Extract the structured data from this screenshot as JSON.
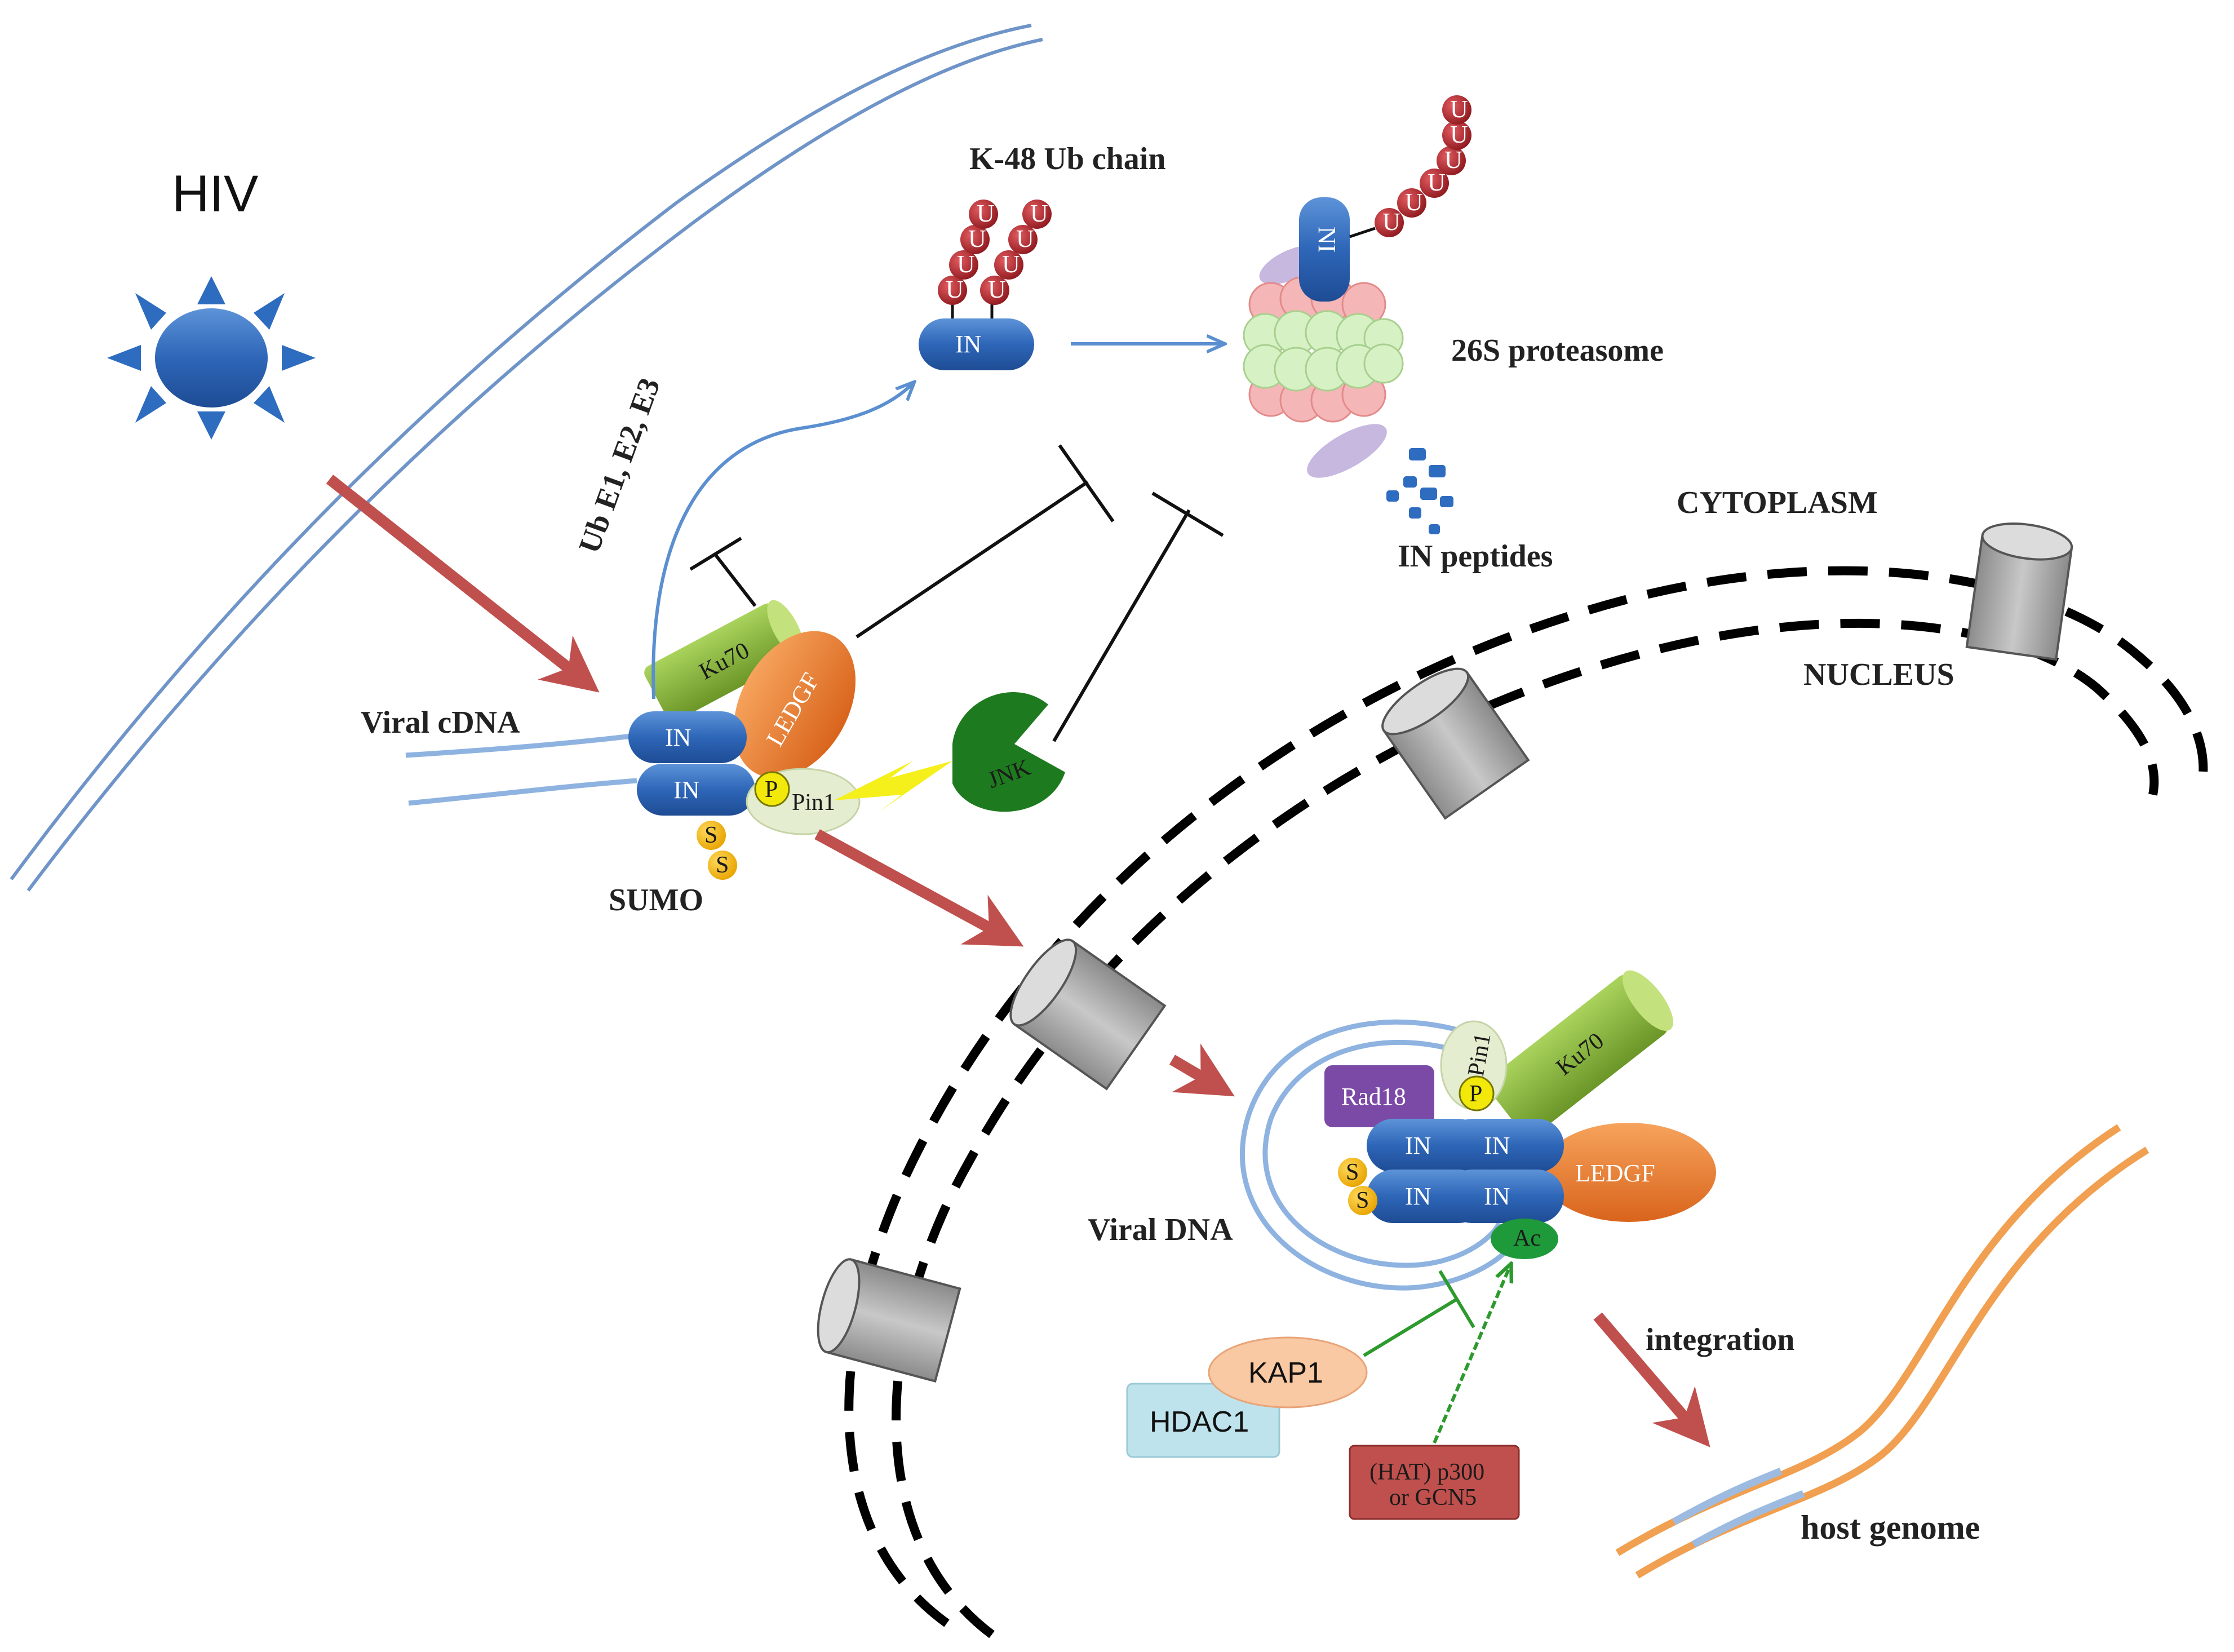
{
  "labels": {
    "hiv": "HIV",
    "k48_chain": "K-48 Ub chain",
    "proteasome": "26S proteasome",
    "in_peptides": "IN peptides",
    "cytoplasm": "CYTOPLASM",
    "nucleus": "NUCLEUS",
    "ub_enzymes": "Ub E1, E2, E3",
    "viral_cdna": "Viral cDNA",
    "viral_dna": "Viral DNA",
    "sumo": "SUMO",
    "integration": "integration",
    "host_genome": "host genome"
  },
  "proteins": {
    "in": "IN",
    "in_rotated": "NI",
    "ku70": "Ku70",
    "ledgf": "LEDGF",
    "pin1": "Pin1",
    "phospho": "P",
    "sumo_s": "S",
    "ub": "U",
    "jnk": "JNK",
    "rad18": "Rad18",
    "ac": "Ac",
    "kap1": "KAP1",
    "hdac1": "HDAC1",
    "hat_line1": "(HAT) p300",
    "hat_line2": "or GCN5"
  },
  "colors": {
    "in_blue": "#2e66b8",
    "ledgf_orange": "#ea7a2c",
    "ku70_green": "#86b63a",
    "ub_red": "#b3262b",
    "jnk_green": "#1e7a1e",
    "rad18_purple": "#7b4aa6",
    "arrow_red": "#c0504d",
    "membrane_blue": "#6f94c8",
    "genome_orange": "#f0a050",
    "hdac_cyan": "#bfe3ec",
    "kap1_peach": "#f9c9a3",
    "hat_red": "#c0504d"
  }
}
